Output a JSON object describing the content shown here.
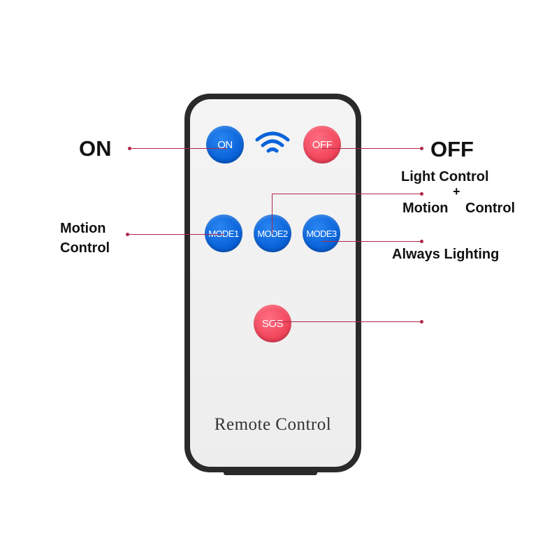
{
  "remote": {
    "label": "Remote Control",
    "buttons": {
      "on": "ON",
      "off": "OFF",
      "mode1": "MODE1",
      "mode2": "MODE2",
      "mode3": "MODE3",
      "sos": "SOS"
    },
    "signal_icon": "wifi-icon"
  },
  "callouts": {
    "on": "ON",
    "off": "OFF",
    "mode1_line1": "Motion",
    "mode1_line2": "Control",
    "mode2_line1": "Light Control",
    "mode2_plus": "+",
    "mode2_line2a": "Motion",
    "mode2_line2b": "Control",
    "mode3": "Always Lighting"
  },
  "colors": {
    "blue_button": "#0a63d9",
    "red_button": "#f2475c",
    "callout_line": "#b0264a",
    "remote_body": "#2a2a2a"
  }
}
